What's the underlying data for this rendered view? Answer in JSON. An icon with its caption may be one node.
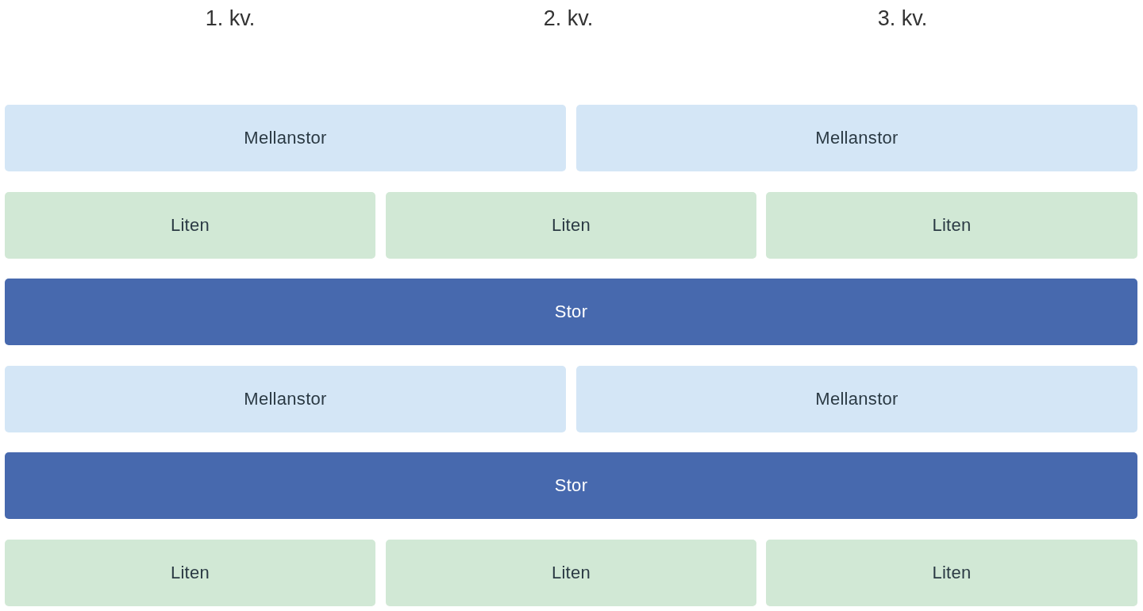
{
  "diagram": {
    "nodes": [
      {
        "text": [
          "Mellanstor"
        ]
      },
      {
        "text": [
          "Mellanstor"
        ]
      },
      {
        "text": [
          "Liten"
        ]
      },
      {
        "text": [
          "Liten"
        ]
      },
      {
        "text": [
          "Liten"
        ]
      },
      {
        "text": [
          "Stor"
        ]
      },
      {
        "text": [
          "Mellanstor"
        ]
      },
      {
        "text": [
          "Mellanstor"
        ]
      },
      {
        "text": [
          "Stor"
        ]
      },
      {
        "text": [
          "Liten"
        ]
      },
      {
        "text": [
          "Liten"
        ]
      },
      {
        "text": [
          "Liten"
        ]
      }
    ],
    "labels": [
      "1. kv.",
      "2. kv.",
      "3. kv."
    ]
  }
}
